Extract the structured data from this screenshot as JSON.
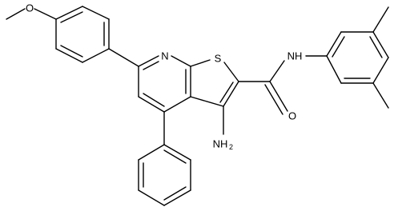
{
  "atoms": {
    "methoxy_o": "O",
    "ring_n": "N",
    "ring_s": "S",
    "carbonyl_o": "O",
    "amide_nh": "NH",
    "amino_n": "NH",
    "amino_sub": "2"
  },
  "colors": {
    "bond": "#000000",
    "text": "#000000",
    "background": "#ffffff"
  }
}
